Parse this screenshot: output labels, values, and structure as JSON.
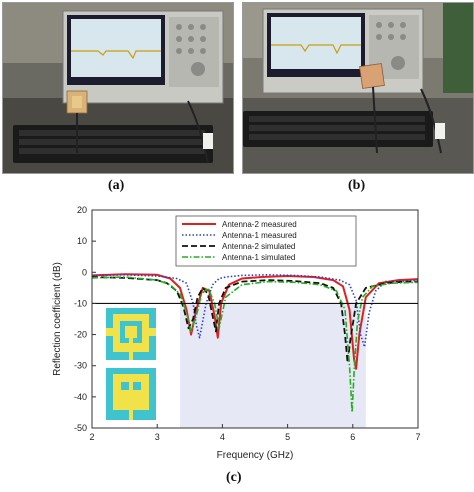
{
  "captions": {
    "a": "(a)",
    "b": "(b)",
    "c": "(c)"
  },
  "colors": {
    "antenna2_measured": "#e02020",
    "antenna1_measured": "#2a3fd0",
    "antenna2_simulated": "#111111",
    "antenna1_simulated": "#22b022",
    "band_shade": "#e6e9f5",
    "antenna_patch": "#f2e24a",
    "antenna_substrate": "#3fc3cf"
  },
  "chart_data": {
    "type": "line",
    "xlabel": "Frequency (GHz)",
    "ylabel": "Reflection coefficient (dB)",
    "xlim": [
      2,
      7
    ],
    "ylim": [
      -50,
      20
    ],
    "xticks": [
      "2",
      "3",
      "4",
      "5",
      "6",
      "7"
    ],
    "yticks": [
      "20",
      "10",
      "0",
      "-10",
      "-20",
      "-30",
      "-40",
      "-50"
    ],
    "reference_line": -10,
    "shaded_band": [
      3.35,
      6.2
    ],
    "legend_position": "top-right",
    "series": [
      {
        "name": "Antenna-2 measured",
        "style": "solid",
        "x": [
          2.0,
          2.5,
          3.0,
          3.2,
          3.35,
          3.45,
          3.52,
          3.6,
          3.7,
          3.8,
          3.88,
          3.93,
          3.98,
          4.1,
          4.3,
          4.6,
          5.0,
          5.4,
          5.7,
          5.85,
          5.95,
          6.02,
          6.05,
          6.1,
          6.2,
          6.4,
          6.7,
          7.0
        ],
        "y": [
          -1.0,
          -0.6,
          -0.8,
          -2.0,
          -5.0,
          -12.0,
          -20.0,
          -12.0,
          -5.0,
          -6.0,
          -14.0,
          -21.0,
          -10.0,
          -4.0,
          -2.0,
          -1.5,
          -1.2,
          -1.5,
          -2.5,
          -4.5,
          -12.0,
          -28.0,
          -31.0,
          -20.0,
          -8.0,
          -3.5,
          -2.5,
          -2.2
        ]
      },
      {
        "name": "Antenna-1 measured",
        "style": "dotted",
        "x": [
          2.0,
          2.5,
          3.0,
          3.3,
          3.45,
          3.55,
          3.6,
          3.65,
          3.75,
          3.85,
          3.95,
          4.05,
          4.3,
          4.7,
          5.1,
          5.5,
          5.8,
          5.95,
          6.05,
          6.12,
          6.18,
          6.25,
          6.35,
          6.5,
          6.8,
          7.0
        ],
        "y": [
          -1.0,
          -0.8,
          -1.2,
          -2.0,
          -3.5,
          -10.0,
          -17.0,
          -21.0,
          -10.0,
          -4.0,
          -2.0,
          -1.5,
          -1.0,
          -0.8,
          -1.0,
          -1.5,
          -2.5,
          -4.0,
          -9.0,
          -20.0,
          -24.0,
          -13.0,
          -6.0,
          -3.0,
          -2.8,
          -2.5
        ]
      },
      {
        "name": "Antenna-2 simulated",
        "style": "dashed",
        "x": [
          2.0,
          2.5,
          3.0,
          3.15,
          3.3,
          3.4,
          3.48,
          3.55,
          3.62,
          3.7,
          3.78,
          3.85,
          3.9,
          3.95,
          4.05,
          4.3,
          4.7,
          5.1,
          5.5,
          5.7,
          5.82,
          5.88,
          5.92,
          5.96,
          6.05,
          6.2,
          6.5,
          6.8,
          7.0
        ],
        "y": [
          -1.5,
          -1.8,
          -2.5,
          -3.5,
          -6.0,
          -11.0,
          -18.0,
          -15.0,
          -8.0,
          -5.0,
          -7.0,
          -14.0,
          -19.0,
          -10.0,
          -5.0,
          -3.0,
          -2.5,
          -2.8,
          -3.5,
          -5.0,
          -10.0,
          -20.0,
          -29.0,
          -22.0,
          -10.0,
          -5.0,
          -3.5,
          -3.0,
          -3.0
        ]
      },
      {
        "name": "Antenna-1 simulated",
        "style": "dash-dot",
        "x": [
          2.0,
          2.5,
          3.0,
          3.2,
          3.35,
          3.45,
          3.52,
          3.6,
          3.68,
          3.78,
          3.88,
          3.95,
          4.05,
          4.3,
          4.7,
          5.1,
          5.5,
          5.75,
          5.88,
          5.95,
          5.99,
          6.02,
          6.07,
          6.15,
          6.3,
          6.6,
          7.0
        ],
        "y": [
          -1.8,
          -1.5,
          -2.5,
          -4.0,
          -7.0,
          -13.0,
          -19.0,
          -14.0,
          -7.0,
          -5.0,
          -10.0,
          -18.0,
          -8.0,
          -4.0,
          -3.0,
          -3.2,
          -4.0,
          -6.0,
          -12.0,
          -30.0,
          -45.0,
          -32.0,
          -16.0,
          -8.0,
          -4.5,
          -3.5,
          -3.2
        ]
      }
    ]
  }
}
